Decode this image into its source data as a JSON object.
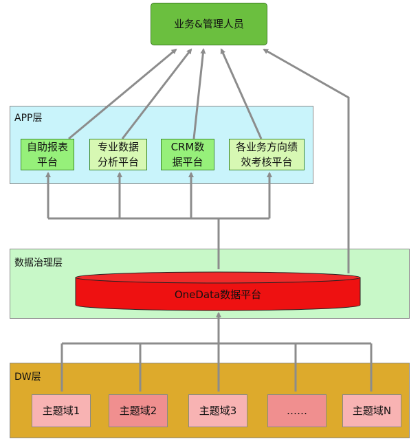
{
  "top_box": {
    "label": "业务&管理人员",
    "color": "#6bbf3f"
  },
  "app_layer": {
    "title": "APP层",
    "bg": "#c9f4fb",
    "items": [
      {
        "line1": "自助报表",
        "line2": "平台",
        "bg": "#96f07a"
      },
      {
        "line1": "专业数据",
        "line2": "分析平台",
        "bg": "#d7f8b3"
      },
      {
        "line1": "CRM数",
        "line2": "据平台",
        "bg": "#96f07a"
      },
      {
        "line1": "各业务方向绩",
        "line2": "效考核平台",
        "bg": "#d7f8b3"
      }
    ]
  },
  "governance_layer": {
    "title": "数据治理层",
    "bg": "#c8f8c8",
    "platform": {
      "label": "OneData数据平台",
      "color": "#ee1111"
    }
  },
  "dw_layer": {
    "title": "DW层",
    "bg": "#ddaa2c",
    "domains": [
      {
        "label": "主题域1",
        "bg": "#f8b3b3"
      },
      {
        "label": "主题域2",
        "bg": "#f08f8f"
      },
      {
        "label": "主题域3",
        "bg": "#f8b3b3"
      },
      {
        "label": "……",
        "bg": "#f08f8f"
      },
      {
        "label": "主题域N",
        "bg": "#f8b3b3"
      }
    ]
  },
  "arrow_color": "#8c8c8c"
}
